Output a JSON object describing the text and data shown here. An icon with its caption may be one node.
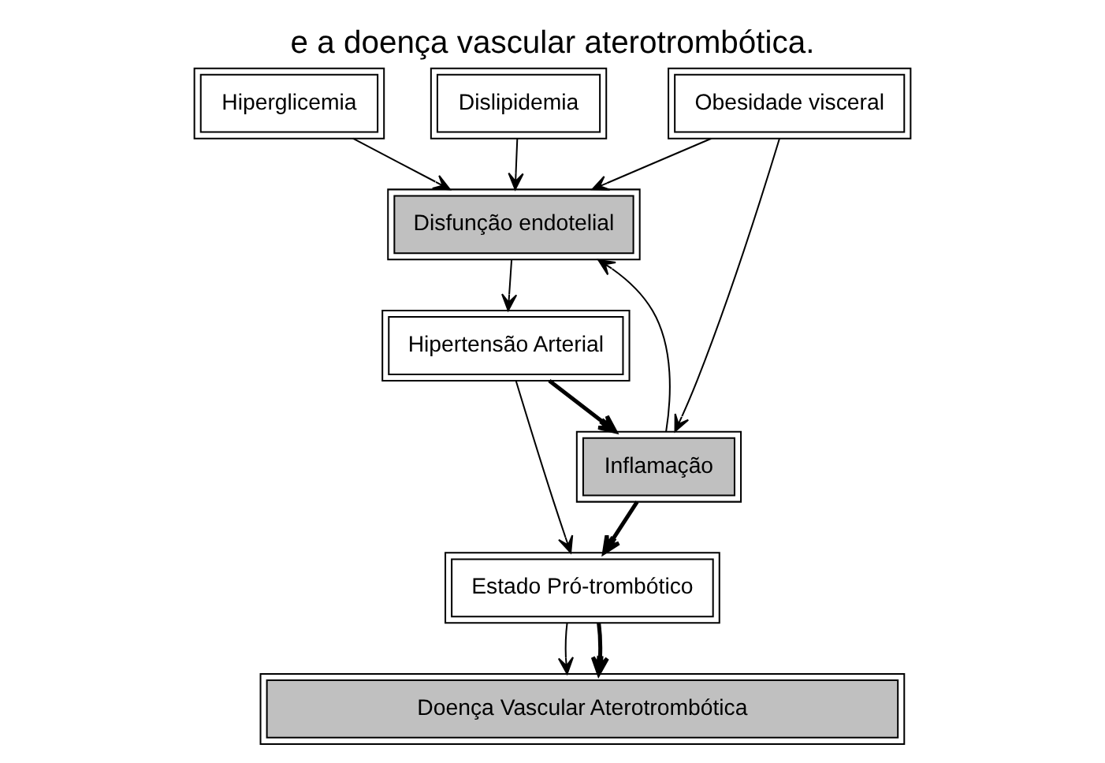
{
  "diagram": {
    "title": "e a doença vascular aterotrombótica.",
    "nodes": [
      {
        "text": [
          "Hiperglicemia"
        ]
      },
      {
        "text": [
          "Dislipidemia"
        ]
      },
      {
        "text": [
          "Disfunção endotelial"
        ]
      },
      {
        "text": [
          "Obesidade visceral"
        ]
      },
      {
        "text": [
          "Hipertensão Arterial"
        ]
      },
      {
        "text": [
          "Inflamação"
        ]
      },
      {
        "text": [
          "Estado Pró-trombótico"
        ]
      },
      {
        "text": [
          "Doença Vascular Aterotrombótica"
        ]
      }
    ],
    "edges": [
      {
        "from": 0,
        "to": 2,
        "arrow": "to"
      },
      {
        "from": 1,
        "to": 2,
        "arrow": "to"
      },
      {
        "from": 3,
        "to": 2,
        "arrow": "to"
      },
      {
        "from": 5,
        "to": 2,
        "arrow": "to"
      },
      {
        "from": 2,
        "to": 4,
        "arrow": "to"
      },
      {
        "from": 3,
        "to": 5,
        "arrow": "to"
      },
      {
        "from": 4,
        "to": 5,
        "arrow": "to",
        "style": "thick"
      },
      {
        "from": 4,
        "to": 6,
        "arrow": "to"
      },
      {
        "from": 5,
        "to": 6,
        "arrow": "to",
        "style": "thick"
      },
      {
        "from": 6,
        "to": 7,
        "arrow": "to"
      },
      {
        "from": 6,
        "to": 7,
        "arrow": "to",
        "style": "thick"
      }
    ]
  }
}
